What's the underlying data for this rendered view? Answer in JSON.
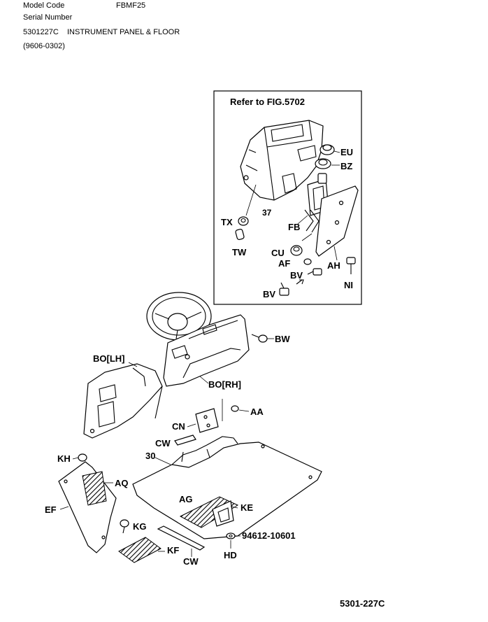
{
  "header": {
    "model_code_label": "Model Code",
    "model_code_value": "FBMF25",
    "serial_number_label": "Serial Number",
    "section_code": "5301227C",
    "section_title": "INSTRUMENT PANEL & FLOOR",
    "date_range": "(9606-0302)"
  },
  "inset": {
    "title": "Refer to FIG.5702"
  },
  "callouts": {
    "eu": "EU",
    "bz": "BZ",
    "n37": "37",
    "tx": "TX",
    "tw": "TW",
    "fb": "FB",
    "cu": "CU",
    "af": "AF",
    "ah": "AH",
    "bv1": "BV",
    "bv2": "BV",
    "ni": "NI",
    "bw": "BW",
    "bolh": "BO[LH]",
    "borh": "BO[RH]",
    "aa": "AA",
    "cn": "CN",
    "cw1": "CW",
    "n30": "30",
    "kh": "KH",
    "aq": "AQ",
    "ef": "EF",
    "ag": "AG",
    "ke": "KE",
    "kg": "KG",
    "kf": "KF",
    "cw2": "CW",
    "part_number": "94612-10601",
    "hd": "HD"
  },
  "footer": {
    "figure_code": "5301-227C"
  }
}
